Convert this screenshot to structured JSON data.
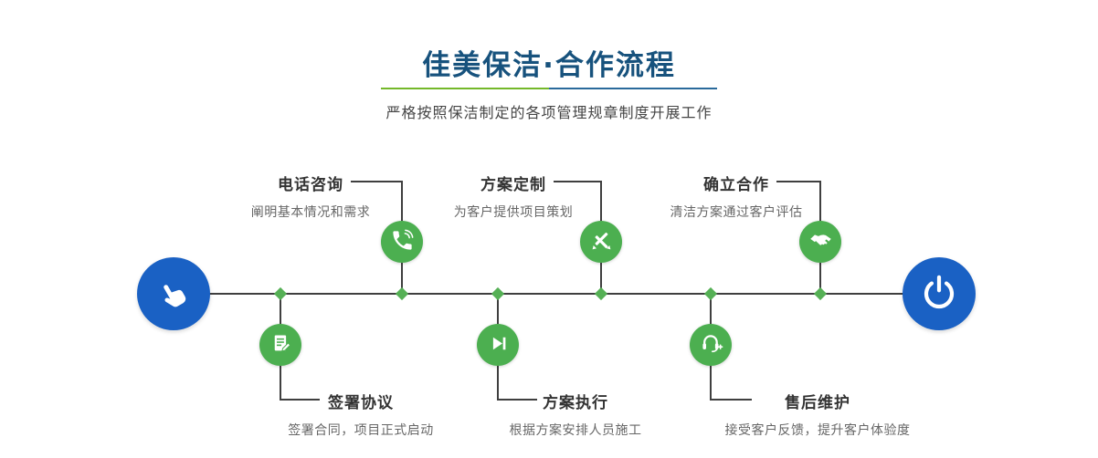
{
  "header": {
    "title": "佳美保洁·合作流程",
    "subtitle": "严格按照保洁制定的各项管理规章制度开展工作"
  },
  "colors": {
    "title_blue": "#17527d",
    "underline_green": "#74b829",
    "underline_blue": "#2a6a9b",
    "step_green": "#4caf50",
    "terminal_blue": "#1a61c4",
    "line_dark": "#3f3f3f",
    "diamond_green": "#55b055"
  },
  "timeline": {
    "start_icon": "pointing-hand-icon",
    "end_icon": "power-icon"
  },
  "steps": [
    {
      "label": "电话咨询",
      "description": "阐明基本情况和需求",
      "icon": "phone-icon",
      "position": "top"
    },
    {
      "label": "签署协议",
      "description": "签署合同，项目正式启动",
      "icon": "contract-icon",
      "position": "bottom"
    },
    {
      "label": "方案定制",
      "description": "为客户提供项目策划",
      "icon": "design-icon",
      "position": "top"
    },
    {
      "label": "方案执行",
      "description": "根据方案安排人员施工",
      "icon": "play-icon",
      "position": "bottom"
    },
    {
      "label": "确立合作",
      "description": "清洁方案通过客户评估",
      "icon": "handshake-icon",
      "position": "top"
    },
    {
      "label": "售后维护",
      "description": "接受客户反馈，提升客户体验度",
      "icon": "headset-icon",
      "position": "bottom"
    }
  ]
}
